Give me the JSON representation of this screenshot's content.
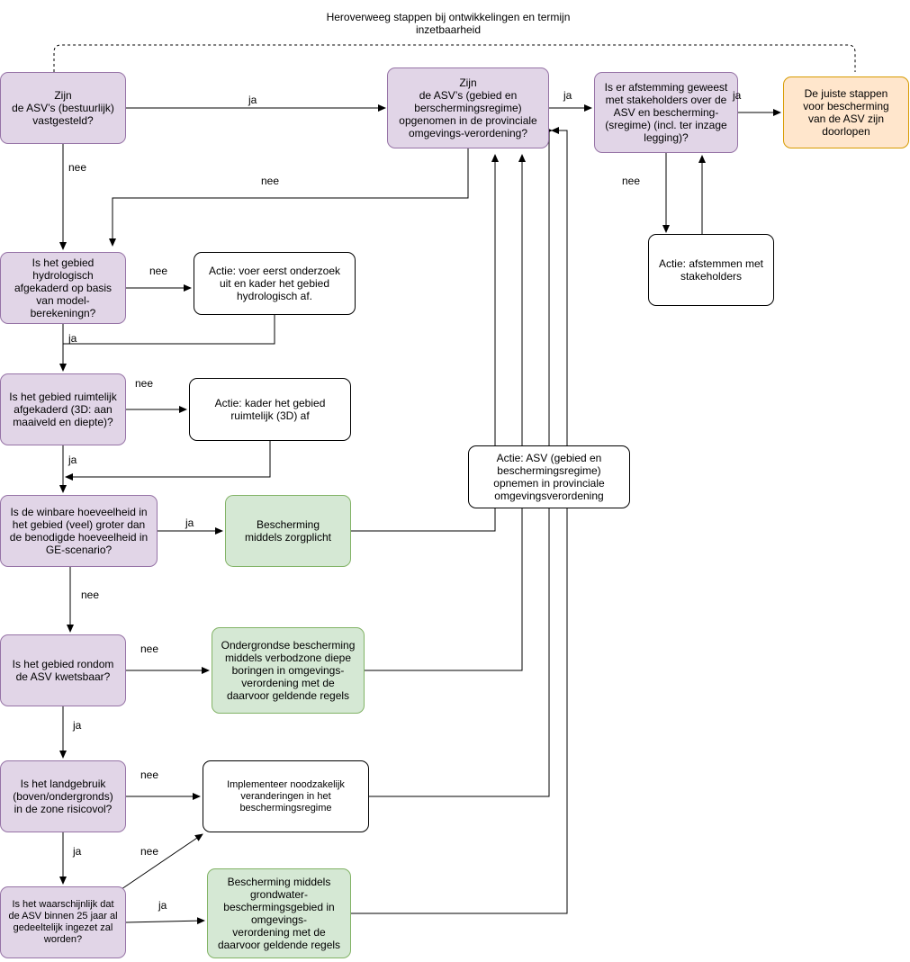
{
  "title_note": "Heroverweeg stappen bij ontwikkelingen en termijn\ninzetbaarheid",
  "nodes": {
    "asv_vastgesteld": "Zijn\nde ASV’s (bestuurlijk)\nvastgesteld?",
    "asv_opgenomen": "Zijn\nde ASV’s (gebied en\nberschermingsregime)\nopgenomen in de provinciale\nomgevings-verordening?",
    "afstemming_stakeholders": "Is er afstemming geweest\nmet stakeholders over de\nASV en bescherming-\n(sregime) (incl. ter inzage\nlegging)?",
    "juiste_stappen": "De juiste stappen\nvoor   bescherming\nvan de ASV zijn\ndoorlopen",
    "actie_afstemmen": "Actie: afstemmen met\nstakeholders",
    "hydrologisch": "Is het gebied\nhydrologisch\nafgekaderd op basis\nvan model-\nberekeningn?",
    "actie_onderzoek": "Actie: voer eerst onderzoek\nuit en kader het gebied\nhydrologisch af.",
    "ruimtelijk": "Is het gebied ruimtelijk\nafgekaderd (3D: aan\nmaaiveld en diepte)?",
    "actie_ruimtelijk": "Actie: kader het gebied\nruimtelijk (3D) af",
    "actie_asv_opnemen": "Actie: ASV (gebied en\nbeschermingsregime)\nopnemen in provinciale\nomgevingsverordening",
    "winbare_hoeveelheid": "Is de winbare hoeveelheid in\nhet gebied (veel) groter dan\nde benodigde hoeveelheid in\nGE-scenario?",
    "zorgplicht": "Bescherming\nmiddels zorgplicht",
    "kwetsbaar": "Is het gebied rondom\nde ASV kwetsbaar?",
    "ondergrondse": "Ondergrondse bescherming\nmiddels verbodzone diepe\nboringen in omgevings-\nverordening met de\ndaarvoor geldende regels",
    "landgebruik": "Is het landgebruik\n(boven/ondergronds)\nin de zone risicovol?",
    "implementeer": "Implementeer noodzakelijk\nveranderingen in het\nbeschermingsregime",
    "waarschijnlijk": "Is het waarschijnlijk dat\nde ASV binnen 25 jaar al\ngedeeltelijk ingezet zal\nworden?",
    "grondwater": "Bescherming middels\ngrondwater-\nbeschermingsgebied in\nomgevings-\nverordening met de\ndaarvoor geldende regels"
  },
  "edge_labels": {
    "ja_1": "ja",
    "ja_2": "ja",
    "ja_3": "ja",
    "ja_4": "ja",
    "ja_5": "ja",
    "ja_6": "ja",
    "ja_7": "ja",
    "ja_8": "ja",
    "ja_9": "ja",
    "nee_1": "nee",
    "nee_2": "nee",
    "nee_3": "nee",
    "nee_4": "nee",
    "nee_5": "nee",
    "nee_6": "nee",
    "nee_7": "nee",
    "nee_8": "nee",
    "nee_9": "nee"
  }
}
